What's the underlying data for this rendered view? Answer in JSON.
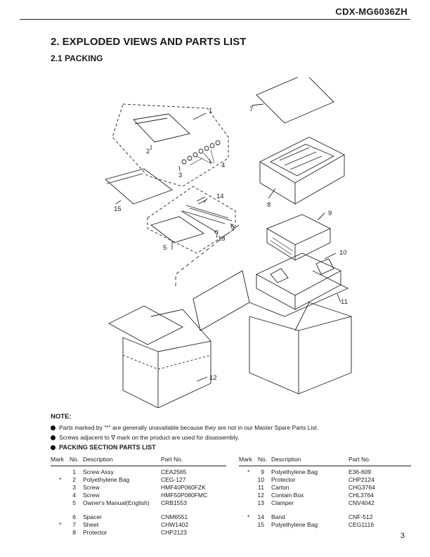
{
  "header": {
    "model": "CDX-MG6036ZH"
  },
  "section": {
    "title": "2. EXPLODED VIEWS AND PARTS LIST",
    "subtitle": "2.1 PACKING"
  },
  "diagram": {
    "callouts": [
      "1",
      "2",
      "3",
      "4",
      "5",
      "6",
      "7",
      "8",
      "9",
      "10",
      "11",
      "12",
      "13",
      "14",
      "15"
    ]
  },
  "notes": {
    "heading": "NOTE:",
    "bullet1": "Parts marked by \"*\" are generally unavailable because they are not in our Master Spare Parts List.",
    "bullet2": "Screws adjacent to ∇ mark on the product are used for disassembly.",
    "table_title": "PACKING SECTION PARTS LIST"
  },
  "table_headers": {
    "mark": "Mark",
    "no": "No.",
    "description": "Description",
    "part_no": "Part No."
  },
  "parts_left": [
    {
      "mark": "",
      "no": "1",
      "description": "Screw Assy",
      "part_no": "CEA2565"
    },
    {
      "mark": "*",
      "no": "2",
      "description": "Polyethylene Bag",
      "part_no": "CEG-127"
    },
    {
      "mark": "",
      "no": "3",
      "description": "Screw",
      "part_no": "HMF40P060FZK"
    },
    {
      "mark": "",
      "no": "4",
      "description": "Screw",
      "part_no": "HMF50P080FMC"
    },
    {
      "mark": "",
      "no": "5",
      "description": "Owner's Manual(English)",
      "part_no": "CRB1553"
    },
    {
      "mark": "",
      "no": "6",
      "description": "Spacer",
      "part_no": "CNM6551"
    },
    {
      "mark": "*",
      "no": "7",
      "description": "Sheet",
      "part_no": "CHW1402"
    },
    {
      "mark": "",
      "no": "8",
      "description": "Protector",
      "part_no": "CHP2123"
    }
  ],
  "parts_right": [
    {
      "mark": "*",
      "no": "9",
      "description": "Polyethylene Bag",
      "part_no": "E36-609"
    },
    {
      "mark": "",
      "no": "10",
      "description": "Protector",
      "part_no": "CHP2124"
    },
    {
      "mark": "",
      "no": "11",
      "description": "Carton",
      "part_no": "CHG3764"
    },
    {
      "mark": "",
      "no": "12",
      "description": "Contain Box",
      "part_no": "CHL3764"
    },
    {
      "mark": "",
      "no": "13",
      "description": "Clamper",
      "part_no": "CNV4042"
    },
    {
      "mark": "*",
      "no": "14",
      "description": "Band",
      "part_no": "CNF-512"
    },
    {
      "mark": "",
      "no": "15",
      "description": "Polyethylene Bag",
      "part_no": "CEG1116"
    }
  ],
  "footer": {
    "page": "3"
  }
}
